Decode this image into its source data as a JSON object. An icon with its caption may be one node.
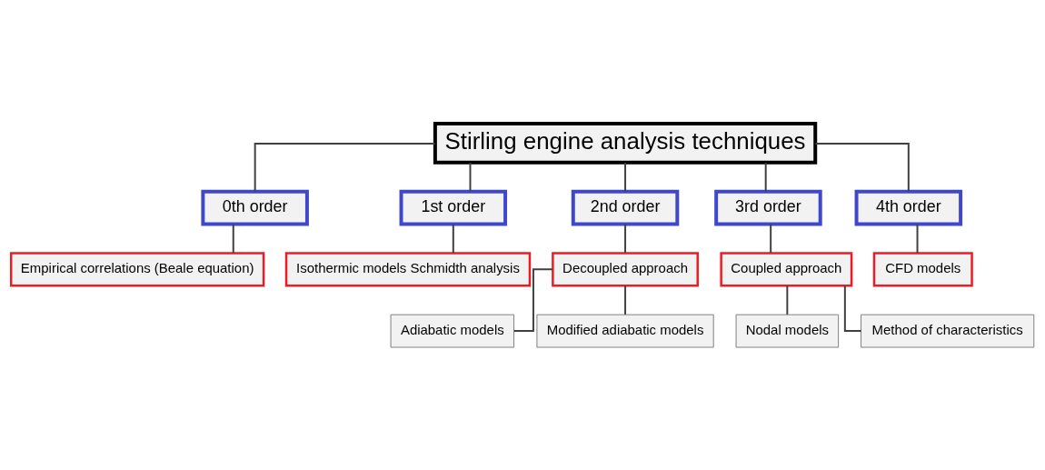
{
  "diagram": {
    "nodes": [
      {
        "text": [
          "Stirling engine analysis techniques"
        ]
      },
      {
        "text": [
          "0th order"
        ]
      },
      {
        "text": [
          "1st order"
        ]
      },
      {
        "text": [
          "2nd order"
        ]
      },
      {
        "text": [
          "3rd order"
        ]
      },
      {
        "text": [
          "4th order"
        ]
      },
      {
        "text": [
          "Empirical correlations (Beale equation)"
        ]
      },
      {
        "text": [
          "Isothermic models Schmidth analysis"
        ]
      },
      {
        "text": [
          "Decoupled approach"
        ]
      },
      {
        "text": [
          "Coupled approach"
        ]
      },
      {
        "text": [
          "CFD models"
        ]
      },
      {
        "text": [
          "Adiabatic models"
        ]
      },
      {
        "text": [
          "Modified adiabatic models"
        ]
      },
      {
        "text": [
          "Nodal models"
        ]
      },
      {
        "text": [
          "Method of characteristics"
        ]
      }
    ],
    "edges": [
      {
        "from": 0,
        "to": 1,
        "arrow": "none"
      },
      {
        "from": 0,
        "to": 2,
        "arrow": "none"
      },
      {
        "from": 0,
        "to": 3,
        "arrow": "none"
      },
      {
        "from": 0,
        "to": 4,
        "arrow": "none"
      },
      {
        "from": 0,
        "to": 5,
        "arrow": "none"
      },
      {
        "from": 1,
        "to": 6,
        "arrow": "none"
      },
      {
        "from": 2,
        "to": 7,
        "arrow": "none"
      },
      {
        "from": 3,
        "to": 8,
        "arrow": "none"
      },
      {
        "from": 4,
        "to": 9,
        "arrow": "none"
      },
      {
        "from": 5,
        "to": 10,
        "arrow": "none"
      },
      {
        "from": 8,
        "to": 11,
        "arrow": "none"
      },
      {
        "from": 8,
        "to": 12,
        "arrow": "none"
      },
      {
        "from": 9,
        "to": 13,
        "arrow": "none"
      },
      {
        "from": 9,
        "to": 14,
        "arrow": "none"
      }
    ]
  }
}
